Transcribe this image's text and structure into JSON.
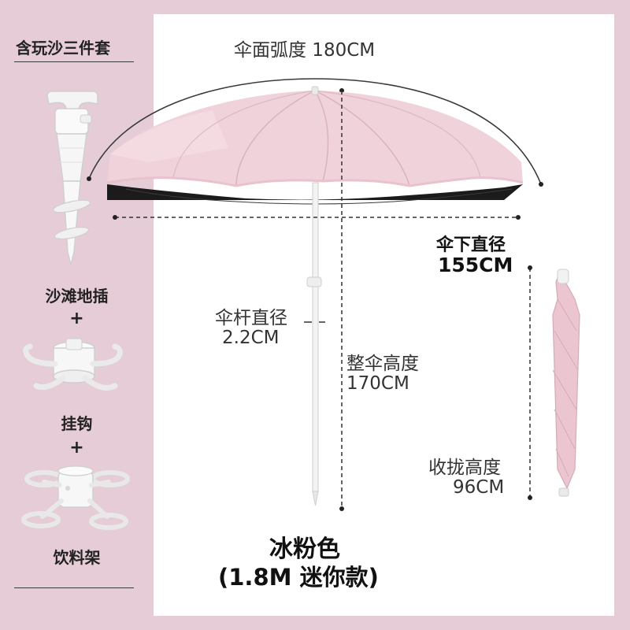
{
  "accessories": {
    "title": "含玩沙三件套",
    "items": [
      {
        "label": "沙滩地插",
        "icon": "ground-spike-icon"
      },
      {
        "label": "挂钩",
        "icon": "hook-icon"
      },
      {
        "label": "饮料架",
        "icon": "cup-holder-icon"
      }
    ],
    "plus": "+"
  },
  "dimensions": {
    "canopy_arc": "伞面弧度 180CM",
    "under_diameter_label": "伞下直径",
    "under_diameter_value": "155CM",
    "pole_diameter_label": "伞杆直径",
    "pole_diameter_value": "2.2CM",
    "total_height_label": "整伞高度",
    "total_height_value": "170CM",
    "folded_height_label": "收拢高度",
    "folded_height_value": "96CM"
  },
  "product": {
    "color_name": "冰粉色",
    "model": "(1.8M 迷你款)"
  },
  "colors": {
    "background": "#e6ccd6",
    "canopy": "#f0d2da",
    "canopy_shadow": "#d9b3bf",
    "lining": "#1b1b1b"
  }
}
